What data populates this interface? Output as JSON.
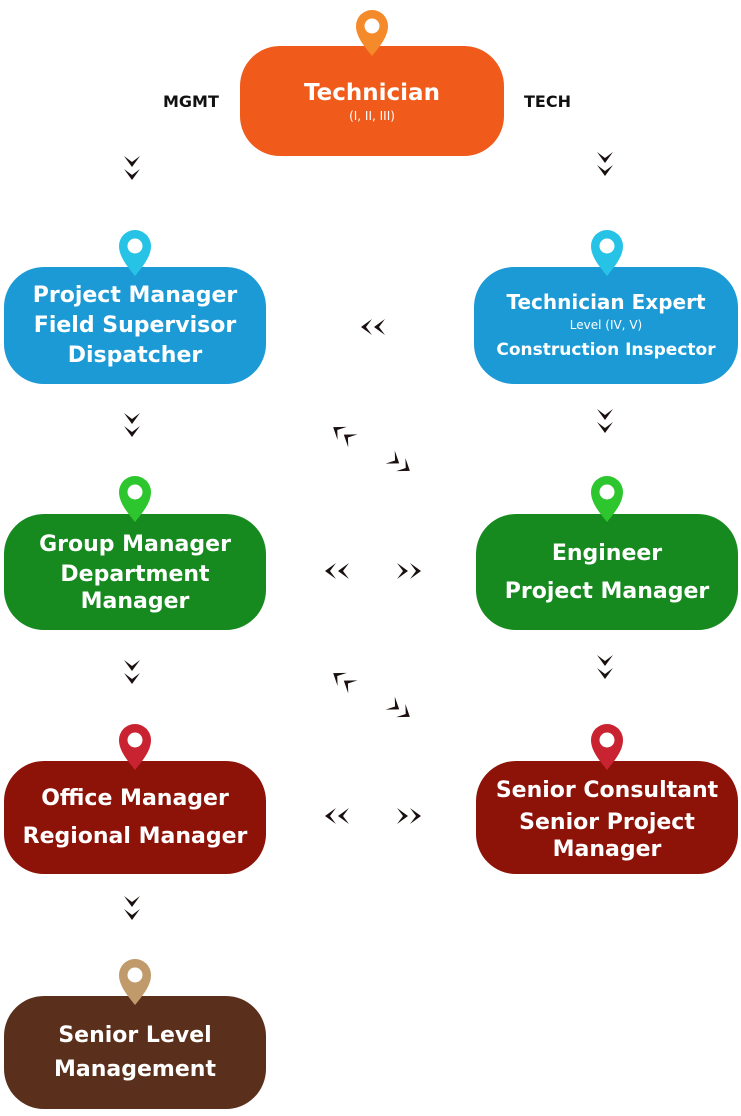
{
  "colors": {
    "orange": "#f05a1a",
    "orange_pin": "#f58a2a",
    "blue": "#1b9ad6",
    "blue_pin": "#27c3e6",
    "green": "#16891f",
    "green_pin": "#2ec62e",
    "red": "#8d1207",
    "red_pin": "#c92230",
    "brown": "#5a2f1b",
    "brown_pin": "#c09a6b",
    "arrow": "#1a1010"
  },
  "tracks": {
    "left": "MGMT",
    "right": "TECH"
  },
  "nodes": {
    "technician": {
      "title": "Technician",
      "sub": "(I, II, III)"
    },
    "mgmt_1": {
      "lines": [
        "Project Manager",
        "Field Supervisor",
        "Dispatcher"
      ]
    },
    "tech_1": {
      "title": "Technician Expert",
      "sub": "Level (IV, V)",
      "line2": "Construction Inspector"
    },
    "mgmt_2": {
      "lines": [
        "Group Manager",
        "Department",
        "Manager"
      ]
    },
    "tech_2": {
      "lines": [
        "Engineer",
        "Project Manager"
      ]
    },
    "mgmt_3": {
      "lines": [
        "Office Manager",
        "Regional Manager"
      ]
    },
    "tech_3": {
      "lines": [
        "Senior Consultant",
        "Senior Project",
        "Manager"
      ]
    },
    "mgmt_4": {
      "lines": [
        "Senior Level",
        "Management"
      ]
    }
  }
}
